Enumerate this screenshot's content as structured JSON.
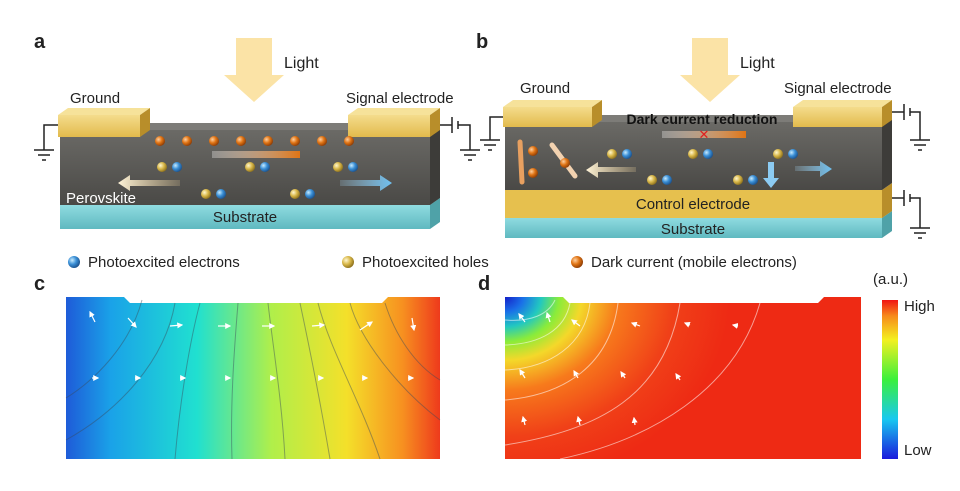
{
  "panel_a": {
    "letter": "a",
    "light": "Light",
    "ground": "Ground",
    "signal": "Signal electrode",
    "perovskite": "Perovskite",
    "substrate": "Substrate"
  },
  "panel_b": {
    "letter": "b",
    "light": "Light",
    "ground": "Ground",
    "signal": "Signal electrode",
    "dark_reduction": "Dark current reduction",
    "control": "Control electrode",
    "substrate": "Substrate"
  },
  "legend": {
    "electrons": "Photoexcited electrons",
    "holes": "Photoexcited holes",
    "dark": "Dark current (mobile electrons)"
  },
  "panel_c": {
    "letter": "c"
  },
  "panel_d": {
    "letter": "d"
  },
  "colorbar": {
    "unit": "(a.u.)",
    "high": "High",
    "low": "Low"
  },
  "colors": {
    "electrode": "#e8c35a",
    "perovskite": "#5b5a57",
    "substrate": "#7fd0d6",
    "control": "#e6c04e",
    "electron": "#3a8fd6",
    "hole": "#d9b84a",
    "dark_particle": "#e07414",
    "light_arrow": "#fbe3a6"
  }
}
